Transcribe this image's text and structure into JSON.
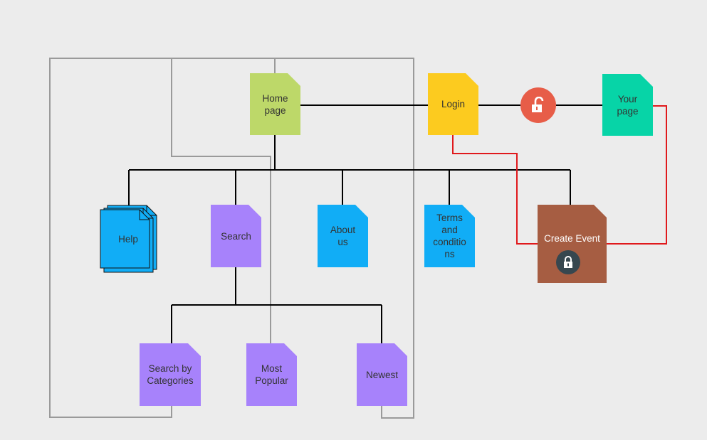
{
  "nodes": {
    "home": "Home\npage",
    "login": "Login",
    "your_page": "Your\npage",
    "help": "Help",
    "search": "Search",
    "about": "About\nus",
    "terms": "Terms\nand\nconditio\nns",
    "create_event": "Create Event",
    "search_by_categories": "Search by\nCategories",
    "most_popular": "Most\nPopular",
    "newest": "Newest"
  },
  "icons": {
    "unlock": "unlock-icon",
    "lock": "lock-icon",
    "help_stack": "document-stack-icon"
  },
  "colors": {
    "background": "#ececec",
    "home": "#bdd869",
    "login": "#fccb1f",
    "your_page": "#07d4a7",
    "blue_pages": "#11adf6",
    "purple_pages": "#a782fb",
    "create_event": "#a65d42",
    "unlock_badge": "#e75d48",
    "lock_badge": "#37474f",
    "tree_lines": "#000000",
    "auth_lines": "#e0191c",
    "group_outline": "#9a9a9a"
  }
}
